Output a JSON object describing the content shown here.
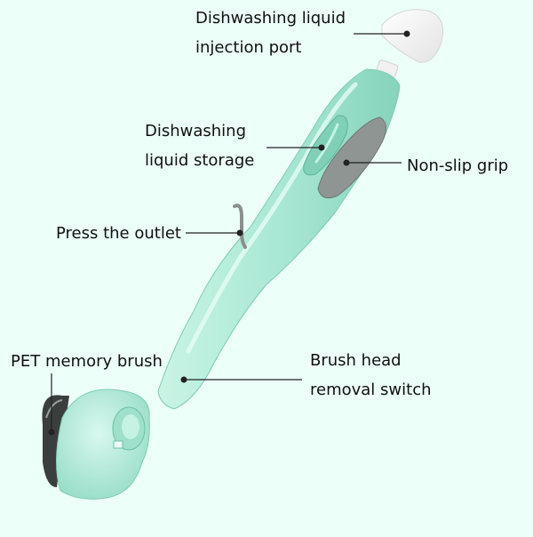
{
  "background": "#ecfff8",
  "colors": {
    "handle": "#a9e8d4",
    "handle_light": "#d6f8ec",
    "handle_dark": "#7fcdb6",
    "grip": "#8e9592",
    "grip_dark": "#6f7673",
    "cap": "#f5f5f5",
    "bristles": "#3a3f3d",
    "leader_line": "#222222"
  },
  "labels": {
    "injection_port": [
      "Dishwashing liquid",
      "injection port"
    ],
    "liquid_storage": [
      "Dishwashing",
      "liquid storage"
    ],
    "non_slip_grip": "Non-slip grip",
    "press_outlet": "Press the outlet",
    "pet_brush": "PET memory brush",
    "removal_switch": [
      "Brush head",
      "removal switch"
    ]
  }
}
